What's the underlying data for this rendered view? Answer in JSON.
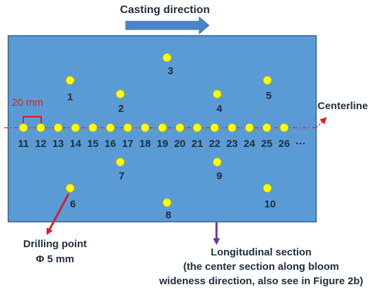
{
  "title": "Casting direction",
  "centerline_label": "Centerline",
  "spacing_label": "20 mm",
  "drilling_label_line1": "Drilling point",
  "drilling_label_line2": "Φ 5 mm",
  "section_line1": "Longitudinal section",
  "section_line2": "(the center section along bloom",
  "section_line3": "wideness direction, also see in Figure 2b)",
  "point_labels": [
    "1",
    "2",
    "3",
    "4",
    "5",
    "6",
    "7",
    "8",
    "9",
    "10"
  ],
  "row_labels": [
    "11",
    "12",
    "13",
    "14",
    "15",
    "16",
    "17",
    "18",
    "19",
    "20",
    "21",
    "22",
    "23",
    "24",
    "25",
    "26"
  ],
  "row_ellipsis": "···",
  "colors": {
    "bloom_fill": "#5b9bd5",
    "bloom_stroke": "#2f5f8f",
    "drill_point": "#ffff00",
    "centerline": "#e02020",
    "arrow_blue": "#4a86c5",
    "arrow_red": "#d61f26",
    "arrow_purple": "#7030a0",
    "text_dark": "#1f2d3d"
  }
}
